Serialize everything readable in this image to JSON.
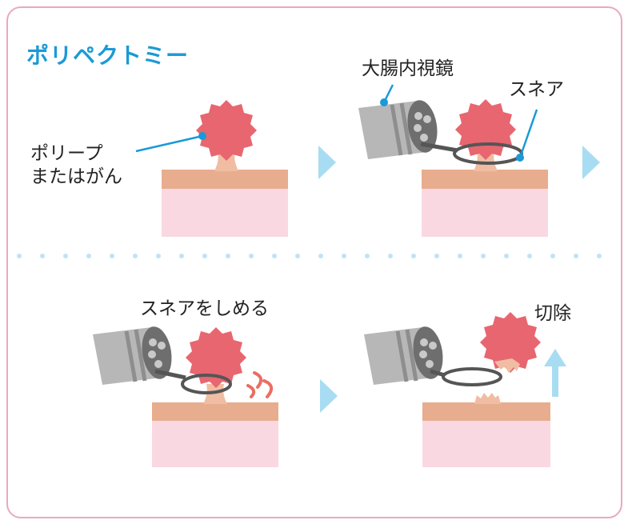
{
  "title": "ポリペクトミー",
  "labels": {
    "polyp_line1": "ポリープ",
    "polyp_line2": "またはがん",
    "endoscope": "大腸内視鏡",
    "snare": "スネア",
    "tighten": "スネアをしめる",
    "resect": "切除"
  },
  "colors": {
    "title": "#1a9ad6",
    "frame": "#e8a9c1",
    "polyp": "#e86670",
    "mucosa": "#e7ad8e",
    "tissue": "#fad8e1",
    "stalk": "#f0bda3",
    "scope": "#b7b7b7",
    "scope_dark": "#6e6e6e",
    "arrow": "#a8dcf3",
    "dots": "#bfe3f6",
    "leader": "#1a9ad6"
  }
}
